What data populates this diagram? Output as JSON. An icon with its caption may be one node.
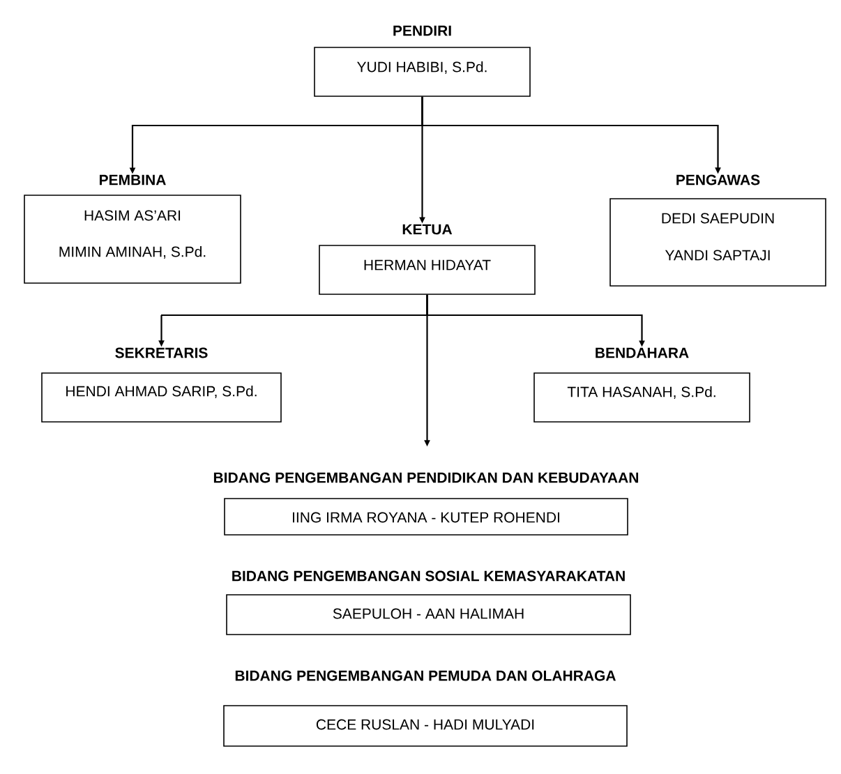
{
  "diagram": {
    "nodes": [
      {
        "text": [
          "PENDIRI",
          "YUDI HABIBI, S.Pd."
        ]
      },
      {
        "text": [
          "PEMBINA",
          "HASIM AS’ARI",
          "MIMIN AMINAH, S.Pd."
        ]
      },
      {
        "text": [
          "KETUA",
          "HERMAN HIDAYAT"
        ]
      },
      {
        "text": [
          "PENGAWAS",
          "DEDI SAEPUDIN",
          "YANDI SAPTAJI"
        ]
      },
      {
        "text": [
          "SEKRETARIS",
          "HENDI AHMAD SARIP, S.Pd."
        ]
      },
      {
        "text": [
          "BENDAHARA",
          "TITA HASANAH, S.Pd."
        ]
      },
      {
        "text": [
          "BIDANG PENGEMBANGAN PENDIDIKAN DAN KEBUDAYAAN",
          "IING IRMA ROYANA - KUTEP ROHENDI"
        ]
      },
      {
        "text": [
          "BIDANG PENGEMBANGAN SOSIAL KEMASYARAKATAN",
          "SAEPULOH - AAN HALIMAH"
        ]
      },
      {
        "text": [
          "BIDANG PENGEMBANGAN PEMUDA DAN OLAHRAGA",
          "CECE RUSLAN - HADI MULYADI"
        ]
      }
    ],
    "edges": [
      {
        "from": 0,
        "to": 1,
        "arrow": "to"
      },
      {
        "from": 0,
        "to": 2,
        "arrow": "to"
      },
      {
        "from": 0,
        "to": 3,
        "arrow": "to"
      },
      {
        "from": 2,
        "to": 4,
        "arrow": "to"
      },
      {
        "from": 2,
        "to": 5,
        "arrow": "to"
      },
      {
        "from": 2,
        "to": 6,
        "arrow": "to"
      }
    ]
  }
}
